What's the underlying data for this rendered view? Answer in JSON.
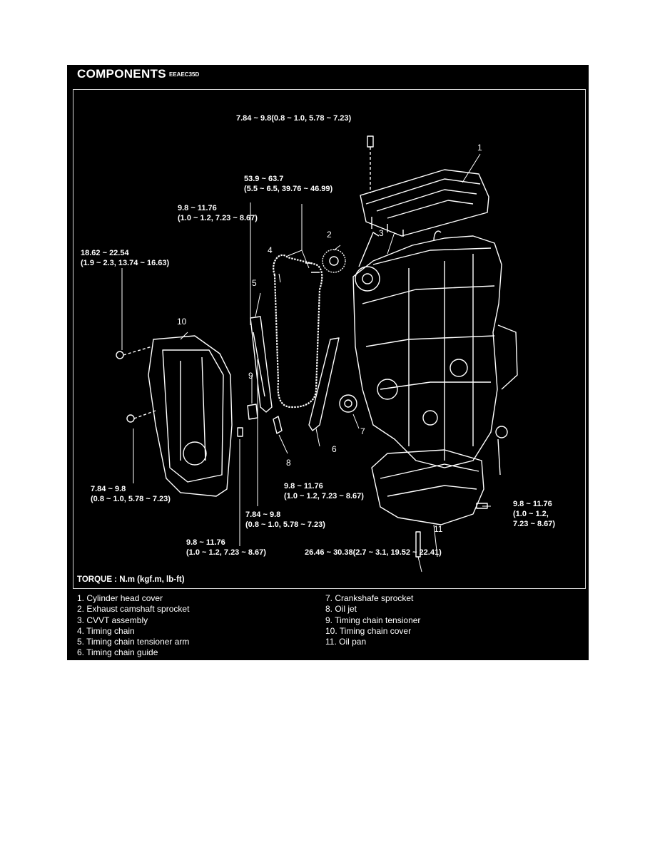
{
  "header": {
    "title": "COMPONENTS",
    "code": "EEAEC35D"
  },
  "callouts": {
    "n1": "1",
    "n2": "2",
    "n3": "3",
    "n4": "4",
    "n5": "5",
    "n6": "6",
    "n7": "7",
    "n8": "8",
    "n9": "9",
    "n10": "10",
    "n11": "11"
  },
  "torques": {
    "t1": "7.84 ~ 9.8(0.8 ~ 1.0, 5.78 ~ 7.23)",
    "t2a": "53.9 ~ 63.7",
    "t2b": "(5.5 ~ 6.5, 39.76 ~ 46.99)",
    "t3a": "9.8 ~ 11.76",
    "t3b": "(1.0 ~ 1.2, 7.23 ~ 8.67)",
    "t4a": "18.62 ~ 22.54",
    "t4b": "(1.9 ~ 2.3, 13.74 ~ 16.63)",
    "t5a": "7.84 ~ 9.8",
    "t5b": "(0.8 ~ 1.0, 5.78 ~ 7.23)",
    "t6a": "9.8 ~ 11.76",
    "t6b": "(1.0 ~ 1.2, 7.23 ~ 8.67)",
    "t7a": "7.84 ~ 9.8",
    "t7b": "(0.8 ~ 1.0, 5.78 ~ 7.23)",
    "t8a": "9.8 ~ 11.76",
    "t8b": "(1.0 ~ 1.2,",
    "t8c": "7.23 ~ 8.67)",
    "t9a": "9.8 ~ 11.76",
    "t9b": "(1.0 ~ 1.2, 7.23 ~ 8.67)",
    "t10": "26.46 ~ 30.38(2.7 ~ 3.1, 19.52 ~ 22.41)"
  },
  "torque_note": "TORQUE : N.m (kgf.m, lb-ft)",
  "legend_left": [
    "1. Cylinder head cover",
    "2. Exhaust camshaft sprocket",
    "3. CVVT assembly",
    "4. Timing chain",
    "5. Timing chain tensioner arm",
    "6. Timing chain guide"
  ],
  "legend_right": [
    "7. Crankshafe sprocket",
    "8. Oil jet",
    "9. Timing chain tensioner",
    "10. Timing chain cover",
    "11. Oil pan"
  ]
}
